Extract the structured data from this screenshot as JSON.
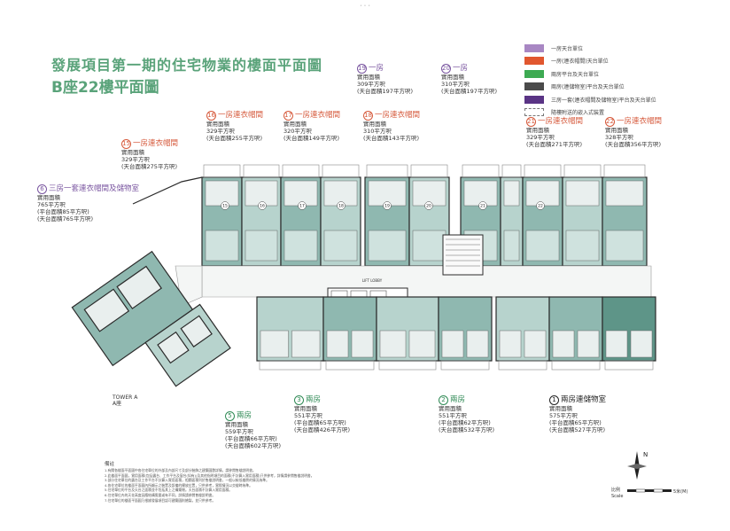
{
  "header": {
    "line1": "發展項目第一期的住宅物業的樓面平面圖",
    "line2": "B座22樓平面圖"
  },
  "page_marker": "• • •",
  "legend": [
    {
      "color": "#a887c3",
      "label": "一房天台單位",
      "dashed": false
    },
    {
      "color": "#e1572f",
      "label": "一房(連衣帽間)天台單位",
      "dashed": false
    },
    {
      "color": "#3daa52",
      "label": "兩房平台及天台單位",
      "dashed": false
    },
    {
      "color": "#4b4b4b",
      "label": "兩房(連儲物室)平台及天台單位",
      "dashed": false
    },
    {
      "color": "#5a3485",
      "label": "三房一套(連衣帽間及儲物室)平台及天台單位",
      "dashed": false
    },
    {
      "color": "#ffffff",
      "label": "隨樓附送的嵌入式裝置",
      "dashed": true
    }
  ],
  "units": [
    {
      "id": "u19",
      "num": "19",
      "type": "一房",
      "color": "purple",
      "lines": [
        "實用面積",
        "309平方呎",
        "(天台面積197平方呎)"
      ]
    },
    {
      "id": "u20",
      "num": "20",
      "type": "一房",
      "color": "purple",
      "lines": [
        "實用面積",
        "310平方呎",
        "(天台面積197平方呎)"
      ]
    },
    {
      "id": "u16",
      "num": "16",
      "type": "一房連衣帽間",
      "color": "pink",
      "lines": [
        "實用面積",
        "329平方呎",
        "(天台面積255平方呎)"
      ]
    },
    {
      "id": "u17",
      "num": "17",
      "type": "一房連衣帽間",
      "color": "pink",
      "lines": [
        "實用面積",
        "320平方呎",
        "(天台面積149平方呎)"
      ]
    },
    {
      "id": "u18",
      "num": "18",
      "type": "一房連衣帽間",
      "color": "pink",
      "lines": [
        "實用面積",
        "310平方呎",
        "(天台面積143平方呎)"
      ]
    },
    {
      "id": "u21",
      "num": "21",
      "type": "一房連衣帽間",
      "color": "pink",
      "lines": [
        "實用面積",
        "329平方呎",
        "(天台面積271平方呎)"
      ]
    },
    {
      "id": "u22",
      "num": "22",
      "type": "一房連衣帽間",
      "color": "pink",
      "lines": [
        "實用面積",
        "328平方呎",
        "(天台面積356平方呎)"
      ]
    },
    {
      "id": "u15",
      "num": "15",
      "type": "一房連衣帽間",
      "color": "pink",
      "lines": [
        "實用面積",
        "329平方呎",
        "(天台面積275平方呎)"
      ]
    },
    {
      "id": "u6",
      "num": "6",
      "type": "三房一套連衣帽間及儲物室",
      "color": "purple",
      "lines": [
        "實用面積",
        "765平方呎",
        "(平台面積85平方呎)",
        "(天台面積765平方呎)"
      ]
    },
    {
      "id": "u3",
      "num": "3",
      "type": "兩房",
      "color": "green",
      "lines": [
        "實用面積",
        "551平方呎",
        "(平台面積65平方呎)",
        "(天台面積426平方呎)"
      ]
    },
    {
      "id": "u2",
      "num": "2",
      "type": "兩房",
      "color": "green",
      "lines": [
        "實用面積",
        "551平方呎",
        "(平台面積62平方呎)",
        "(天台面積532平方呎)"
      ]
    },
    {
      "id": "u1",
      "num": "1",
      "type": "兩房連儲物室",
      "color": "black",
      "lines": [
        "實用面積",
        "575平方呎",
        "(平台面積65平方呎)",
        "(天台面積527平方呎)"
      ]
    },
    {
      "id": "u5",
      "num": "5",
      "type": "兩房",
      "color": "green",
      "lines": [
        "實用面積",
        "559平方呎",
        "(平台面積66平方呎)",
        "(天台面積602平方呎)"
      ]
    }
  ],
  "plan_numbers": [
    "15",
    "16",
    "17",
    "18",
    "19",
    "20",
    "21",
    "22"
  ],
  "tower_a": {
    "line1": "TOWER A",
    "line2": "A座"
  },
  "lift_lobby": "LIFT LOBBY",
  "notes": {
    "title": "備註",
    "lines": [
      "1.有關各樓面平面圖中各住宅單位的外部及內部尺寸及部分裝飾之建築圖數詳情，請參閱售樓說明書。",
      "2.此樓面平面圖，實用面積(包括露台、工作平台及窗台(如有))及其他指明項目的面積(不計算入實用面積)只供參考，詳情請參閱售樓說明書。",
      "3.部分住宅單位的露台及工作平台不計算入實用面積，相關面積列於售樓說明書，一般以較低樓層的情況為準。",
      "4.各住宅單位的樓面平面圖內所顯示之裝置及設備的擺放位置，只供參考，實際情況以交樓時為準。",
      "5.住宅單位的平台及天台之面積並不包括其上之構築物。天台面積不計算入實用面積。",
      "6.住宅單位內的天花高度因應結構需要或有不同，詳情請參閱售樓說明書。",
      "7.住宅單位的樓面平面圖乃根據發展項目認可建築圖則繪製，並只供參考。"
    ]
  },
  "scale": {
    "label": "比例",
    "label_en": "Scale",
    "end": "5米(M)"
  },
  "compass": {
    "label": "N"
  }
}
